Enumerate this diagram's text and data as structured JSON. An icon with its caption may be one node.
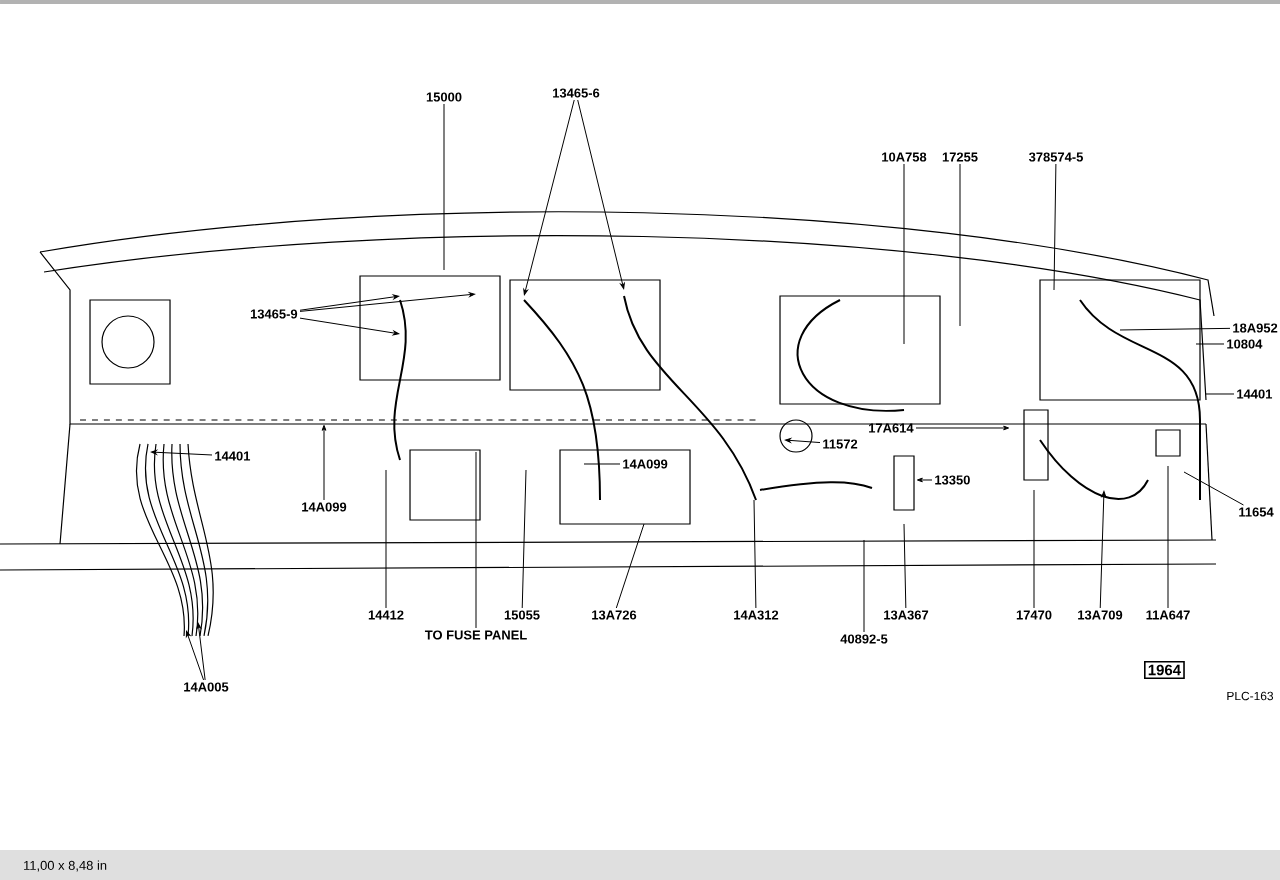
{
  "diagram": {
    "nodes": [
      {
        "text": [
          "15000"
        ]
      },
      {
        "text": [
          "13465-6"
        ]
      },
      {
        "text": [
          "13465-9"
        ]
      },
      {
        "text": [
          "10A758"
        ]
      },
      {
        "text": [
          "17255"
        ]
      },
      {
        "text": [
          "378574-5"
        ]
      },
      {
        "text": [
          "18A952"
        ]
      },
      {
        "text": [
          "10804"
        ]
      },
      {
        "text": [
          "14401"
        ]
      },
      {
        "text": [
          "14401"
        ]
      },
      {
        "text": [
          "14A099"
        ]
      },
      {
        "text": [
          "14A099"
        ]
      },
      {
        "text": [
          "11572"
        ]
      },
      {
        "text": [
          "17A614"
        ]
      },
      {
        "text": [
          "13350"
        ]
      },
      {
        "text": [
          "11654"
        ]
      },
      {
        "text": [
          "14412"
        ]
      },
      {
        "text": [
          "15055"
        ]
      },
      {
        "text": [
          "TO FUSE PANEL"
        ]
      },
      {
        "text": [
          "13A726"
        ]
      },
      {
        "text": [
          "14A312"
        ]
      },
      {
        "text": [
          "13A367"
        ]
      },
      {
        "text": [
          "40892-5"
        ]
      },
      {
        "text": [
          "17470"
        ]
      },
      {
        "text": [
          "13A709"
        ]
      },
      {
        "text": [
          "11A647"
        ]
      },
      {
        "text": [
          "14A005"
        ]
      }
    ],
    "edges": [
      {
        "from": 0,
        "to": null,
        "arrow": "none"
      },
      {
        "from": 1,
        "to": null,
        "arrow": "to"
      },
      {
        "from": 1,
        "to": null,
        "arrow": "to"
      },
      {
        "from": 2,
        "to": null,
        "arrow": "to"
      },
      {
        "from": 2,
        "to": null,
        "arrow": "to"
      },
      {
        "from": 2,
        "to": null,
        "arrow": "to"
      },
      {
        "from": 3,
        "to": null,
        "arrow": "none"
      },
      {
        "from": 4,
        "to": null,
        "arrow": "none"
      },
      {
        "from": 5,
        "to": null,
        "arrow": "none"
      },
      {
        "from": 6,
        "to": null,
        "arrow": "none"
      },
      {
        "from": 7,
        "to": null,
        "arrow": "none"
      },
      {
        "from": 8,
        "to": null,
        "arrow": "none"
      },
      {
        "from": 9,
        "to": null,
        "arrow": "to"
      },
      {
        "from": 10,
        "to": null,
        "arrow": "to"
      },
      {
        "from": 11,
        "to": null,
        "arrow": "none"
      },
      {
        "from": 12,
        "to": null,
        "arrow": "to"
      },
      {
        "from": 13,
        "to": null,
        "arrow": "to"
      },
      {
        "from": 14,
        "to": null,
        "arrow": "to"
      },
      {
        "from": 15,
        "to": null,
        "arrow": "none"
      },
      {
        "from": 16,
        "to": null,
        "arrow": "none"
      },
      {
        "from": 17,
        "to": null,
        "arrow": "none"
      },
      {
        "from": 18,
        "to": null,
        "arrow": "none"
      },
      {
        "from": 19,
        "to": null,
        "arrow": "none"
      },
      {
        "from": 20,
        "to": null,
        "arrow": "none"
      },
      {
        "from": 21,
        "to": null,
        "arrow": "none"
      },
      {
        "from": 22,
        "to": null,
        "arrow": "none"
      },
      {
        "from": 23,
        "to": null,
        "arrow": "none"
      },
      {
        "from": 24,
        "to": null,
        "arrow": "to"
      },
      {
        "from": 25,
        "to": null,
        "arrow": "none"
      },
      {
        "from": 26,
        "to": null,
        "arrow": "to"
      },
      {
        "from": 26,
        "to": null,
        "arrow": "to"
      }
    ],
    "labels": [
      "1964",
      "PLC-163",
      "11,00 x 8,48 in"
    ]
  }
}
